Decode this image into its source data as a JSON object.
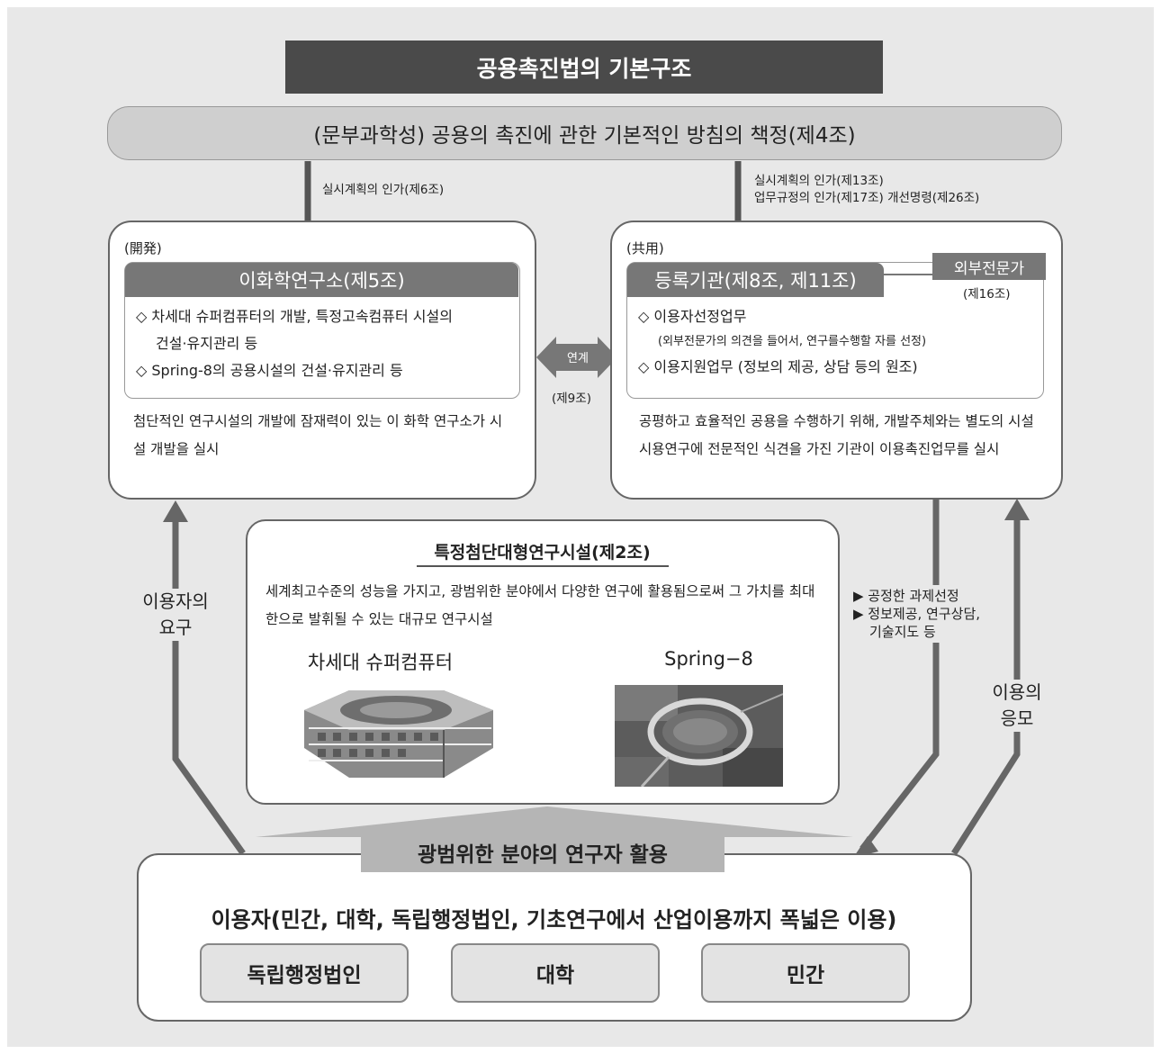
{
  "title": "공용촉진법의 기본구조",
  "policy": "(문부과학성) 공용의 촉진에 관한 기본적인 방침의 책정(제4조)",
  "left_arrow_note": "실시계획의 인가(제6조)",
  "right_arrow_note": [
    "실시계획의 인가(제13조)",
    "업무규정의 인가(제17조) 개선명령(제26조)"
  ],
  "left_card": {
    "tag": "(開発)",
    "heading": "이화학연구소(제5조)",
    "items": [
      "◇ 차세대 슈퍼컴퓨터의 개발, 특정고속컴퓨터 시설의",
      "건설·유지관리 등",
      "◇ Spring-8의 공용시설의 건설·유지관리 등"
    ],
    "desc": "첨단적인 연구시설의 개발에 잠재력이 있는 이 화학 연구소가 시설 개발을 실시"
  },
  "link": {
    "label": "연계",
    "article": "(제9조)"
  },
  "right_card": {
    "tag": "(共用)",
    "heading": "등록기관(제8조, 제11조)",
    "expert": "외부전문가",
    "expert_article": "(제16조)",
    "items": [
      "◇ 이용자선정업무",
      "(외부전문가의 의견을 들어서, 연구를수행할 자를 선정)",
      "◇ 이용지원업무 (정보의 제공, 상담 등의 원조)"
    ],
    "desc": "공평하고 효율적인 공용을 수행하기 위해, 개발주체와는 별도의 시설시용연구에 전문적인 식견을 가진 기관이 이용촉진업무를 실시"
  },
  "facility": {
    "title": "특정첨단대형연구시설(제2조)",
    "desc": "세계최고수준의 성능을 가지고, 광범위한 분야에서 다양한 연구에 활용됨으로써 그 가치를 최대한으로 발휘될 수 있는 대규모 연구시설",
    "image_labels": [
      "차세대 슈퍼컴퓨터",
      "Spring−8"
    ]
  },
  "left_side_label": [
    "이용자의",
    "요구"
  ],
  "right_notes": [
    "▶ 공정한 과제선정",
    "▶ 정보제공, 연구상담,",
    "기술지도 등"
  ],
  "right_side_label": [
    "이용의",
    "응모"
  ],
  "users": {
    "banner": "광범위한 분야의 연구자 활용",
    "text": "이용자(민간, 대학, 독립행정법인, 기초연구에서 산업이용까지 폭넓은 이용)",
    "buttons": [
      "독립행정법인",
      "대학",
      "민간"
    ]
  },
  "colors": {
    "dark_gray": "#4a4a4a",
    "mid_gray": "#777777",
    "line_gray": "#666666",
    "background": "#e8e8e8"
  },
  "icons": [
    "arrow-down-icon",
    "arrow-up-icon",
    "double-arrow-icon",
    "supercomputer-illustration",
    "spring8-aerial-photo"
  ]
}
